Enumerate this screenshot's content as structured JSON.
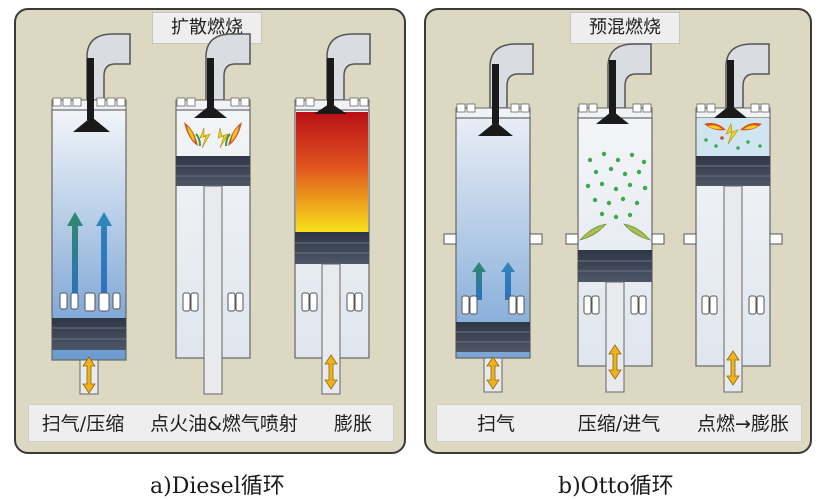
{
  "diesel": {
    "title": "扩散燃烧",
    "steps": [
      "扫气/压缩",
      "点火油&燃气喷射",
      "膨胀"
    ],
    "caption": "a)Diesel循环"
  },
  "otto": {
    "title": "预混燃烧",
    "steps": [
      "扫气",
      "压缩/进气",
      "点燃→膨胀"
    ],
    "caption": "b)Otto循环"
  },
  "colors": {
    "panel_bg": "#dcd8c2",
    "cylinder_light": "#e8eef6",
    "cylinder_blue": "#9ab7da",
    "piston": "#3d4656",
    "valve": "#1a1a1a",
    "flow_arrow_green": "#2d8a6a",
    "flow_arrow_blue": "#2f5fa8",
    "motion_arrow": "#f0b21b",
    "combustion_top": "#b80f16",
    "combustion_bottom": "#f7e21a",
    "fuel_droplet": "#3aaa4a"
  }
}
